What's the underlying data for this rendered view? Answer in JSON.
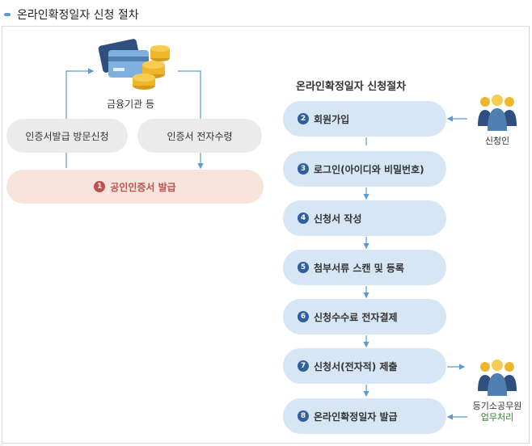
{
  "title": "온라인확정일자 신청 절차",
  "left": {
    "top_label": "금융기관 등",
    "visit_label": "인증서발급 방문신청",
    "receive_label": "인증서 전자수령",
    "issue": {
      "num": "1",
      "label": "공인인증서 발급"
    },
    "icon": "card-coins-icon"
  },
  "right": {
    "header": "온라인확정일자 신청절차",
    "steps": [
      {
        "num": "2",
        "label": "회원가입"
      },
      {
        "num": "3",
        "label": "로그인(아이디와 비밀번호)"
      },
      {
        "num": "4",
        "label": "신청서 작성"
      },
      {
        "num": "5",
        "label": "첨부서류 스캔 및 등록"
      },
      {
        "num": "6",
        "label": "신청수수료 전자결제"
      },
      {
        "num": "7",
        "label": "신청서(전자적) 제출"
      },
      {
        "num": "8",
        "label": "온라인확정일자 발급"
      }
    ],
    "applicant_label": "신청인",
    "officer_label_1": "등기소공무원",
    "officer_label_2": "업무처리",
    "icon": "people-group-icon"
  },
  "colors": {
    "accent_blue": "#2f5f9e",
    "step_bg": "#d6e6f5",
    "issue_bg": "#f9e4dc",
    "issue_text": "#c0504d",
    "arrow": "#5b9bd5",
    "officer_text": "#2e7d32"
  }
}
